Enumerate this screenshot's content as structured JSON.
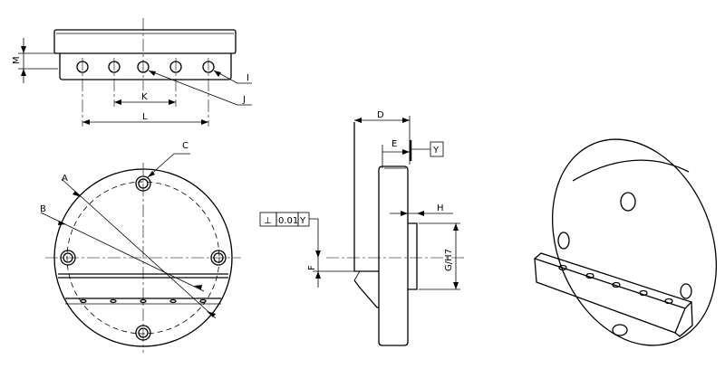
{
  "colors": {
    "line": "#000000",
    "background": "#ffffff"
  },
  "labels": {
    "M": "M",
    "I": "I",
    "J": "J",
    "K": "K",
    "L": "L",
    "C": "C",
    "A": "A",
    "B": "B",
    "D": "D",
    "E": "E",
    "Y": "Y",
    "H": "H",
    "F": "F",
    "G": "G/H7"
  },
  "tolerance_frame": {
    "symbol": "⊥",
    "value": "0.01",
    "datum": "Y"
  }
}
